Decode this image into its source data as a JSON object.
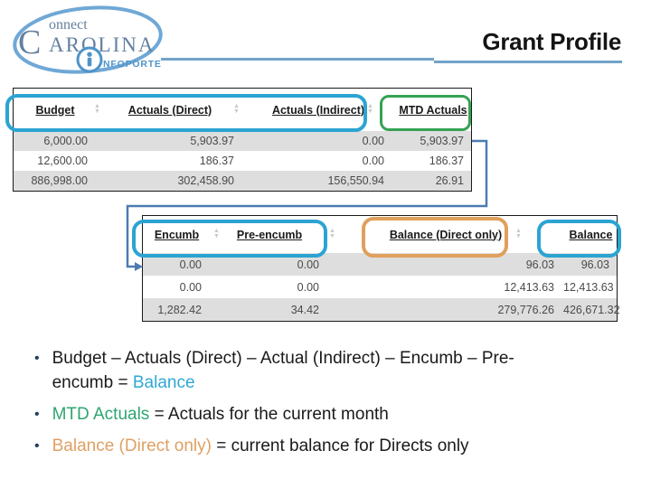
{
  "title": "Grant Profile",
  "logo": {
    "c": "C",
    "onnect": "onnect",
    "arolina": "AROLINA",
    "infoporte": "NFOPORTE"
  },
  "colors": {
    "highlight_blue": "#2BA4D2",
    "highlight_green": "#35A353",
    "highlight_orange": "#E0A05C",
    "connector_blue": "#4C7BB2",
    "header_rule_blue": "#71A3C9",
    "bullet_text_blue": "#2FA8D4",
    "bullet_text_green": "#2FA572",
    "bullet_text_orange": "#DFA063",
    "row_stripe_gray": "#DEDEDE"
  },
  "table1": {
    "columns": [
      "Budget",
      "Actuals (Direct)",
      "Actuals (Indirect)",
      "MTD Actuals"
    ],
    "rows": [
      [
        "6,000.00",
        "5,903.97",
        "0.00",
        "5,903.97"
      ],
      [
        "12,600.00",
        "186.37",
        "0.00",
        "186.37"
      ],
      [
        "886,998.00",
        "302,458.90",
        "156,550.94",
        "26.91"
      ]
    ]
  },
  "table2": {
    "columns": [
      "Encumb",
      "Pre-encumb",
      "Balance (Direct only)",
      "Balance"
    ],
    "rows": [
      [
        "0.00",
        "0.00",
        "96.03",
        "96.03"
      ],
      [
        "0.00",
        "0.00",
        "12,413.63",
        "12,413.63"
      ],
      [
        "1,282.42",
        "34.42",
        "279,776.26",
        "426,671.32"
      ]
    ]
  },
  "bullets": [
    {
      "segments": [
        {
          "text": "Budget – Actuals (Direct) – Actual (Indirect) – Encumb – Pre-encumb = ",
          "style": "plain"
        },
        {
          "text": "Balance",
          "style": "blue"
        }
      ]
    },
    {
      "segments": [
        {
          "text": "MTD Actuals",
          "style": "green"
        },
        {
          "text": " = Actuals for the current month",
          "style": "plain"
        }
      ]
    },
    {
      "segments": [
        {
          "text": "Balance (Direct only)",
          "style": "orange"
        },
        {
          "text": " = current balance for Directs only",
          "style": "plain"
        }
      ]
    }
  ]
}
